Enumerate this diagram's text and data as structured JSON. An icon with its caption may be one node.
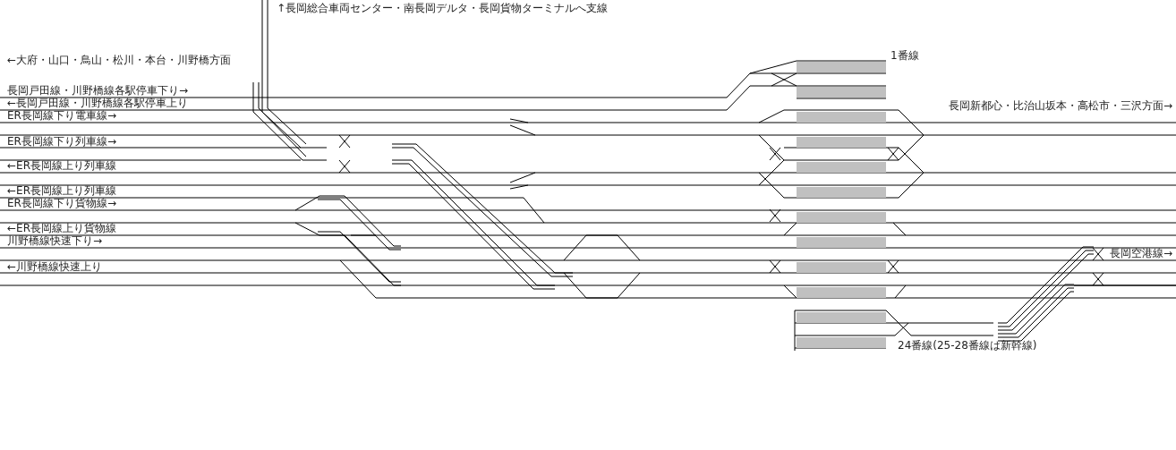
{
  "diagram": {
    "labels": [
      "↑長岡総合車両センター・南長岡デルタ・長岡貨物ターミナルへ支線",
      "←大府・山口・鳥山・松川・本台・川野橋方面",
      "長岡戸田線・川野橋線各駅停車下り→",
      "←長岡戸田線・川野橋線各駅停車上り",
      "ER長岡線下り電車線→",
      "ER長岡線下り列車線→",
      "←ER長岡線上り列車線",
      "←ER長岡線上り列車線",
      "ER長岡線下り貨物線→",
      "←ER長岡線上り貨物線",
      "川野橋線快速下り→",
      "←川野橋線快速上り",
      "1番線",
      "長岡新都心・比治山坂本・高松市・三沢方面→",
      "長岡空港線→",
      "24番線(25-28番線は新幹線)"
    ]
  }
}
